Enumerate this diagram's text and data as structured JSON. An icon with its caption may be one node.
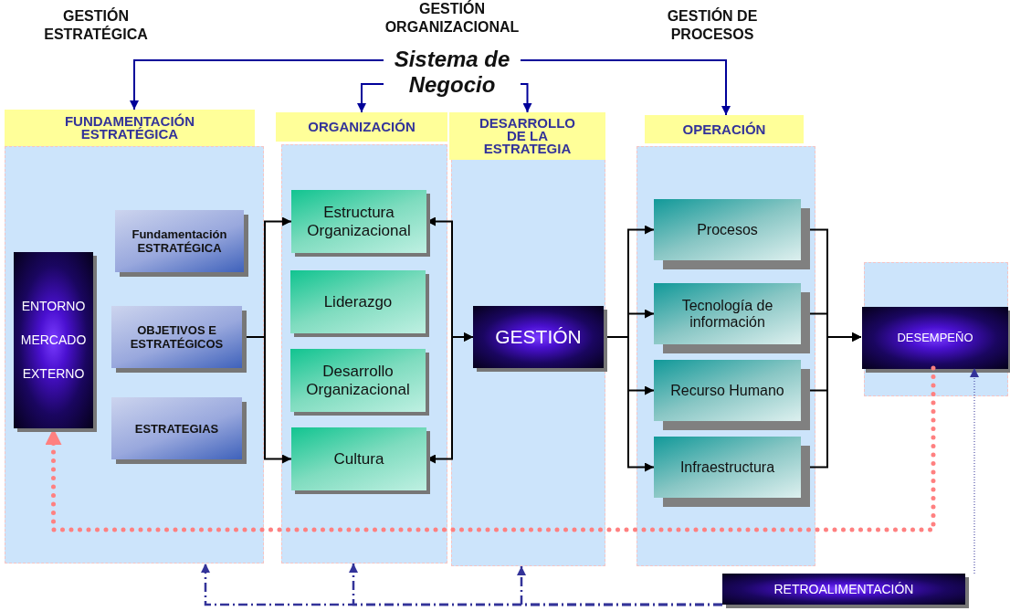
{
  "diagram": {
    "nodes": [
      {
        "text": [
          "Sistema de Negocio"
        ]
      },
      {
        "text": [
          "FUNDAMENTACIÓN ESTRATÉGICA"
        ]
      },
      {
        "text": [
          "ENTORNO MERCADO EXTERNO"
        ],
        "in": 1
      },
      {
        "text": [
          "Fundamentación ESTRATÉGICA"
        ],
        "in": 1
      },
      {
        "text": [
          "OBJETIVOS E ESTRATÉGICOS"
        ],
        "in": 1
      },
      {
        "text": [
          "ESTRATEGIAS"
        ],
        "in": 1
      },
      {
        "text": [
          "ORGANIZACIÓN"
        ]
      },
      {
        "text": [
          "Estructura Organizacional"
        ],
        "in": 6
      },
      {
        "text": [
          "Liderazgo"
        ],
        "in": 6
      },
      {
        "text": [
          "Desarrollo Organizacional"
        ],
        "in": 6
      },
      {
        "text": [
          "Cultura"
        ],
        "in": 6
      },
      {
        "text": [
          "DESARROLLO DE LA ESTRATEGIA"
        ]
      },
      {
        "text": [
          "GESTIÓN"
        ],
        "in": 11
      },
      {
        "text": [
          "OPERACIÓN"
        ]
      },
      {
        "text": [
          "Procesos"
        ],
        "in": 13
      },
      {
        "text": [
          "Tecnología de información"
        ],
        "in": 13
      },
      {
        "text": [
          "Recurso Humano"
        ],
        "in": 13
      },
      {
        "text": [
          "Infraestructura"
        ],
        "in": 13
      },
      {
        "text": [],
        "shape": "box"
      },
      {
        "text": [
          "DESEMPEÑO"
        ],
        "in": 18
      },
      {
        "text": [
          "RETROALIMENTACIÓN"
        ]
      }
    ],
    "edges": [
      {
        "from": 0,
        "to": 1,
        "arrow": "to",
        "color": "#000099"
      },
      {
        "from": 0,
        "to": 6,
        "arrow": "to",
        "color": "#000099"
      },
      {
        "from": 0,
        "to": 11,
        "arrow": "to",
        "color": "#000099"
      },
      {
        "from": 0,
        "to": 13,
        "arrow": "to",
        "color": "#000099"
      },
      {
        "from": 4,
        "to": 7,
        "arrow": "to"
      },
      {
        "from": 4,
        "to": 10,
        "arrow": "to"
      },
      {
        "from": 7,
        "to": 12,
        "arrow": "both"
      },
      {
        "from": 10,
        "to": 12,
        "arrow": "both"
      },
      {
        "from": 12,
        "to": 14,
        "arrow": "to"
      },
      {
        "from": 12,
        "to": 15,
        "arrow": "to"
      },
      {
        "from": 12,
        "to": 16,
        "arrow": "to"
      },
      {
        "from": 12,
        "to": 17,
        "arrow": "to"
      },
      {
        "from": 14,
        "to": 19,
        "arrow": "to"
      },
      {
        "from": 15,
        "to": 19,
        "arrow": "to"
      },
      {
        "from": 16,
        "to": 19,
        "arrow": "to"
      },
      {
        "from": 17,
        "to": 19,
        "arrow": "to"
      },
      {
        "from": 19,
        "to": 2,
        "arrow": "to",
        "style": "dashed",
        "color": "#ff8080"
      },
      {
        "from": 20,
        "to": 19,
        "arrow": "to",
        "style": "dashed",
        "color": "#333399"
      },
      {
        "from": 20,
        "to": 1,
        "arrow": "to",
        "style": "dashed",
        "color": "#333399"
      },
      {
        "from": 20,
        "to": 6,
        "arrow": "to",
        "style": "dashed",
        "color": "#333399"
      },
      {
        "from": 20,
        "to": 11,
        "arrow": "to",
        "style": "dashed",
        "color": "#333399"
      }
    ],
    "labels": [
      "GESTIÓN ESTRATÉGICA",
      "GESTIÓN ORGANIZACIONAL",
      "GESTIÓN DE PROCESOS"
    ]
  }
}
